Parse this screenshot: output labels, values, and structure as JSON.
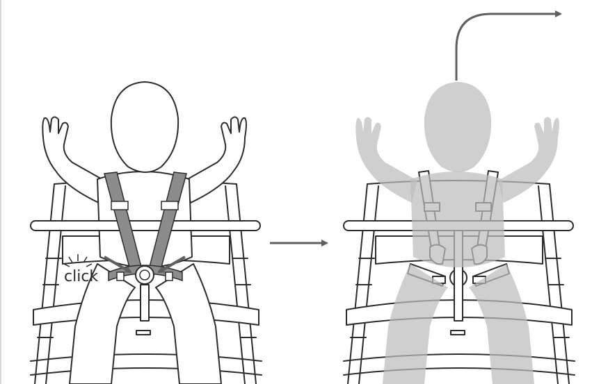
{
  "click_text": "click",
  "colors": {
    "line": "#2b2b2b",
    "strap": "#8c8c8c",
    "ghost_child": "#bdbdbd",
    "arrow": "#5f5f5f",
    "border": "#d9d9d9"
  },
  "icons": [
    "child-figure",
    "high-chair",
    "harness",
    "buckle",
    "process-arrow",
    "lift-arrow"
  ]
}
